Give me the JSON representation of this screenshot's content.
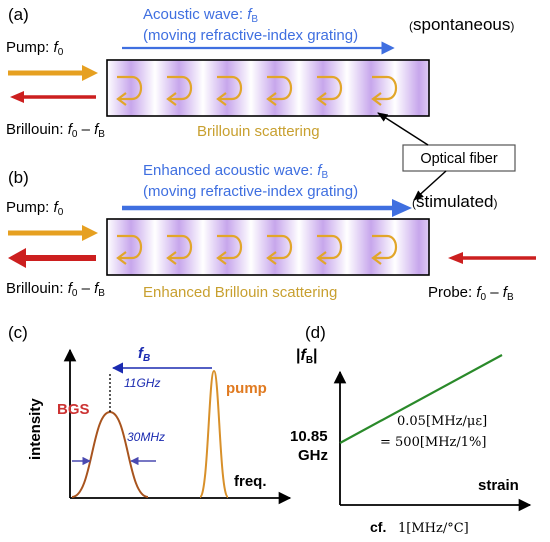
{
  "colors": {
    "pump": "#e6a021",
    "brillouin": "#cc1f1f",
    "acoustic": "#3f6fe0",
    "orange_text": "#c8a030",
    "bgs": "#cc3333",
    "pump_peak": "#e07a20",
    "strain_line": "#2a8a2a",
    "fiber_purple": "#c8a8ea",
    "curl": "#e2a62a"
  },
  "panel_a": {
    "label": "(a)",
    "acoustic_line1": "Acoustic wave: ",
    "acoustic_f": "f",
    "acoustic_sub": "B",
    "acoustic_line2": "(moving refractive-index grating)",
    "mode": "spontaneous",
    "pump_label": "Pump: ",
    "pump_f": "f",
    "pump_sub": "0",
    "brillouin_label": "Brillouin: ",
    "brillouin_f0": "f",
    "brillouin_sub0": "0",
    "brillouin_minus": " – ",
    "brillouin_fb": "f",
    "brillouin_subb": "B",
    "scattering": "Brillouin scattering"
  },
  "optical_fiber": "Optical fiber",
  "panel_b": {
    "label": "(b)",
    "acoustic_line1": "Enhanced acoustic wave: ",
    "acoustic_f": "f",
    "acoustic_sub": "B",
    "acoustic_line2": "(moving refractive-index grating)",
    "mode": "stimulated",
    "pump_label": "Pump: ",
    "pump_f": "f",
    "pump_sub": "0",
    "brillouin_label": "Brillouin: ",
    "brillouin_f0": "f",
    "brillouin_sub0": "0",
    "brillouin_minus": " – ",
    "brillouin_fb": "f",
    "brillouin_subb": "B",
    "scattering": "Enhanced Brillouin scattering",
    "probe_label": "Probe: ",
    "probe_f0": "f",
    "probe_sub0": "0",
    "probe_minus": " – ",
    "probe_fb": "f",
    "probe_subb": "B"
  },
  "panel_c": {
    "label": "(c)",
    "ylabel": "intensity",
    "xlabel": "freq.",
    "fb": "f",
    "fb_sub": "B",
    "shift": "11GHz",
    "bgs": "BGS",
    "pump": "pump",
    "width": "30MHz"
  },
  "panel_d": {
    "label": "(d)",
    "ylabel_bar1": "|",
    "ylabel_f": "f",
    "ylabel_sub": "B",
    "ylabel_bar2": "|",
    "y0_line1": "10.85",
    "y0_line2": "GHz",
    "xlabel": "strain",
    "coef_line1": "0.05[MHz/με]",
    "coef_line2": "= 500[MHz/1%]",
    "cf_label": "cf.",
    "cf_value": "1[MHz/°C]"
  }
}
